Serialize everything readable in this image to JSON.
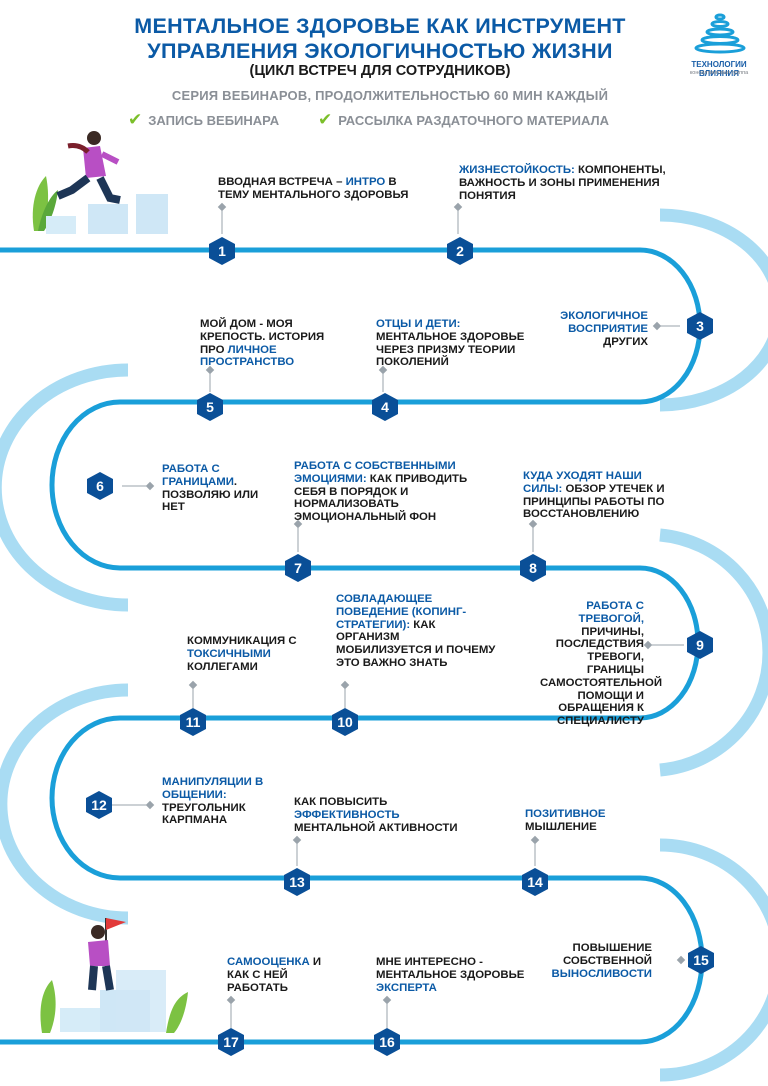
{
  "header": {
    "title_line1": "МЕНТАЛЬНОЕ ЗДОРОВЬЕ КАК ИНСТРУМЕНТ",
    "title_line2": "УПРАВЛЕНИЯ ЭКОЛОГИЧНОСТЬЮ ЖИЗНИ",
    "subtitle": "(ЦИКЛ ВСТРЕЧ ДЛЯ СОТРУДНИКОВ)",
    "series": "СЕРИЯ ВЕБИНАРОВ, ПРОДОЛЖИТЕЛЬНОСТЬЮ 60 МИН КАЖДЫЙ",
    "check1": "ЗАПИСЬ ВЕБИНАРА",
    "check2": "РАССЫЛКА РАЗДАТОЧНОГО МАТЕРИАЛА"
  },
  "logo": {
    "name": "ТЕХНОЛОГИИ ВЛИЯНИЯ",
    "tagline": "консалтинговая группа"
  },
  "colors": {
    "accent": "#0b5aa6",
    "path": "#1a9fd9",
    "light_arc": "#a9dcf3",
    "check": "#7bbf2a",
    "hex": "#0a4f97"
  },
  "steps": [
    {
      "number": "1",
      "parts": [
        [
          "ВВОДНАЯ ВСТРЕЧА – ",
          false
        ],
        [
          "ИНТРО",
          true
        ],
        [
          " В ТЕМУ МЕНТАЛЬНОГО ЗДОРОВЬЯ",
          false
        ]
      ]
    },
    {
      "number": "2",
      "parts": [
        [
          "ЖИЗНЕСТОЙКОСТЬ:",
          true
        ],
        [
          " КОМПОНЕНТЫ, ВАЖНОСТЬ И ЗОНЫ ПРИМЕНЕНИЯ ПОНЯТИЯ",
          false
        ]
      ]
    },
    {
      "number": "3",
      "parts": [
        [
          "ЭКОЛОГИЧНОЕ ВОСПРИЯТИЕ",
          true
        ],
        [
          " ДРУГИХ",
          false
        ]
      ]
    },
    {
      "number": "4",
      "parts": [
        [
          "ОТЦЫ И ДЕТИ:",
          true
        ],
        [
          " МЕНТАЛЬНОЕ ЗДОРОВЬЕ ЧЕРЕЗ ПРИЗМУ ТЕОРИИ ПОКОЛЕНИЙ",
          false
        ]
      ]
    },
    {
      "number": "5",
      "parts": [
        [
          "МОЙ ДОМ - МОЯ КРЕПОСТЬ. ИСТОРИЯ ПРО ",
          false
        ],
        [
          "ЛИЧНОЕ ПРОСТРАНСТВО",
          true
        ]
      ]
    },
    {
      "number": "6",
      "parts": [
        [
          "РАБОТА С ГРАНИЦАМИ",
          true
        ],
        [
          ". ПОЗВОЛЯЮ ИЛИ НЕТ",
          false
        ]
      ]
    },
    {
      "number": "7",
      "parts": [
        [
          "РАБОТА С СОБСТВЕННЫМИ ЭМОЦИЯМИ:",
          true
        ],
        [
          " КАК ПРИВОДИТЬ СЕБЯ В ПОРЯДОК И НОРМАЛИЗОВАТЬ ЭМОЦИОНАЛЬНЫЙ ФОН",
          false
        ]
      ]
    },
    {
      "number": "8",
      "parts": [
        [
          "КУДА УХОДЯТ НАШИ СИЛЫ:",
          true
        ],
        [
          " ОБЗОР УТЕЧЕК И ПРИНЦИПЫ РАБОТЫ ПО ВОССТАНОВЛЕНИЮ",
          false
        ]
      ]
    },
    {
      "number": "9",
      "parts": [
        [
          "РАБОТА С ТРЕВОГОЙ,",
          true
        ],
        [
          " ПРИЧИНЫ, ПОСЛЕДСТВИЯ ТРЕВОГИ, ГРАНИЦЫ САМОСТОЯТЕЛЬНОЙ ПОМОЩИ И ОБРАЩЕНИЯ К СПЕЦИАЛИСТУ",
          false
        ]
      ]
    },
    {
      "number": "10",
      "parts": [
        [
          "СОВЛАДАЮЩЕЕ ПОВЕДЕНИЕ (КОПИНГ-СТРАТЕГИИ):",
          true
        ],
        [
          " КАК ОРГАНИЗМ МОБИЛИЗУЕТСЯ И ПОЧЕМУ ЭТО ВАЖНО ЗНАТЬ",
          false
        ]
      ]
    },
    {
      "number": "11",
      "parts": [
        [
          "КОММУНИКАЦИЯ С ",
          false
        ],
        [
          "ТОКСИЧНЫМИ",
          true
        ],
        [
          " КОЛЛЕГАМИ",
          false
        ]
      ]
    },
    {
      "number": "12",
      "parts": [
        [
          "МАНИПУЛЯЦИИ В ОБЩЕНИИ:",
          true
        ],
        [
          " ТРЕУГОЛЬНИК КАРПМАНА",
          false
        ]
      ]
    },
    {
      "number": "13",
      "parts": [
        [
          "КАК ПОВЫСИТЬ ",
          false
        ],
        [
          "ЭФФЕКТИВНОСТЬ",
          true
        ],
        [
          " МЕНТАЛЬНОЙ АКТИВНОСТИ",
          false
        ]
      ]
    },
    {
      "number": "14",
      "parts": [
        [
          "ПОЗИТИВНОЕ",
          true
        ],
        [
          " МЫШЛЕНИЕ",
          false
        ]
      ]
    },
    {
      "number": "15",
      "parts": [
        [
          "ПОВЫШЕНИЕ СОБСТВЕННОЙ ",
          false
        ],
        [
          "ВЫНОСЛИВОСТИ",
          true
        ]
      ]
    },
    {
      "number": "16",
      "parts": [
        [
          "МНЕ ИНТЕРЕСНО - МЕНТАЛЬНОЕ ЗДОРОВЬЕ ",
          false
        ],
        [
          "ЭКСПЕРТА",
          true
        ]
      ]
    },
    {
      "number": "17",
      "parts": [
        [
          "САМООЦЕНКА",
          true
        ],
        [
          " И КАК С НЕЙ РАБОТАТЬ",
          false
        ]
      ]
    }
  ]
}
